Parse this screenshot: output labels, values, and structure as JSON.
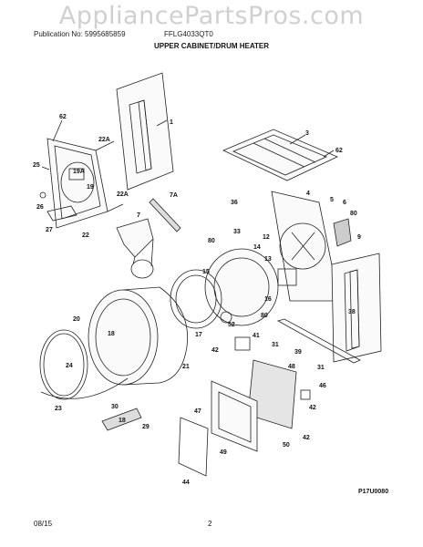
{
  "watermark": "AppliancePartsPros.com",
  "header": {
    "publication": "Publication No: 5995685859",
    "model": "FFLG4033QT0",
    "title": "UPPER CABINET/DRUM HEATER"
  },
  "drawing_code": "P17U0080",
  "footer": {
    "date": "08/15",
    "page": "2"
  },
  "callouts": {
    "c1": "1",
    "c3": "3",
    "c62a": "62",
    "c62b": "62",
    "c22a": "22A",
    "c22b": "22A",
    "c25": "25",
    "c19a": "19A",
    "c19": "19",
    "c26": "26",
    "c27": "27",
    "c22": "22",
    "c7a": "7A",
    "c7": "7",
    "c36": "36",
    "c4": "4",
    "c5": "5",
    "c6": "6",
    "c80a": "80",
    "c9": "9",
    "c33": "33",
    "c80b": "80",
    "c14": "14",
    "c12": "12",
    "c13": "13",
    "c15": "15",
    "c16": "16",
    "c80c": "80",
    "c52": "52",
    "c17": "17",
    "c38": "38",
    "c20": "20",
    "c24": "24",
    "c18a": "18",
    "c21": "21",
    "c41": "41",
    "c42a": "42",
    "c31a": "31",
    "c39": "39",
    "c31b": "31",
    "c48": "48",
    "c23": "23",
    "c46": "46",
    "c42b": "42",
    "c30": "30",
    "c18b": "18",
    "c29": "29",
    "c47": "47",
    "c42c": "42",
    "c49": "49",
    "c50": "50",
    "c44": "44"
  }
}
